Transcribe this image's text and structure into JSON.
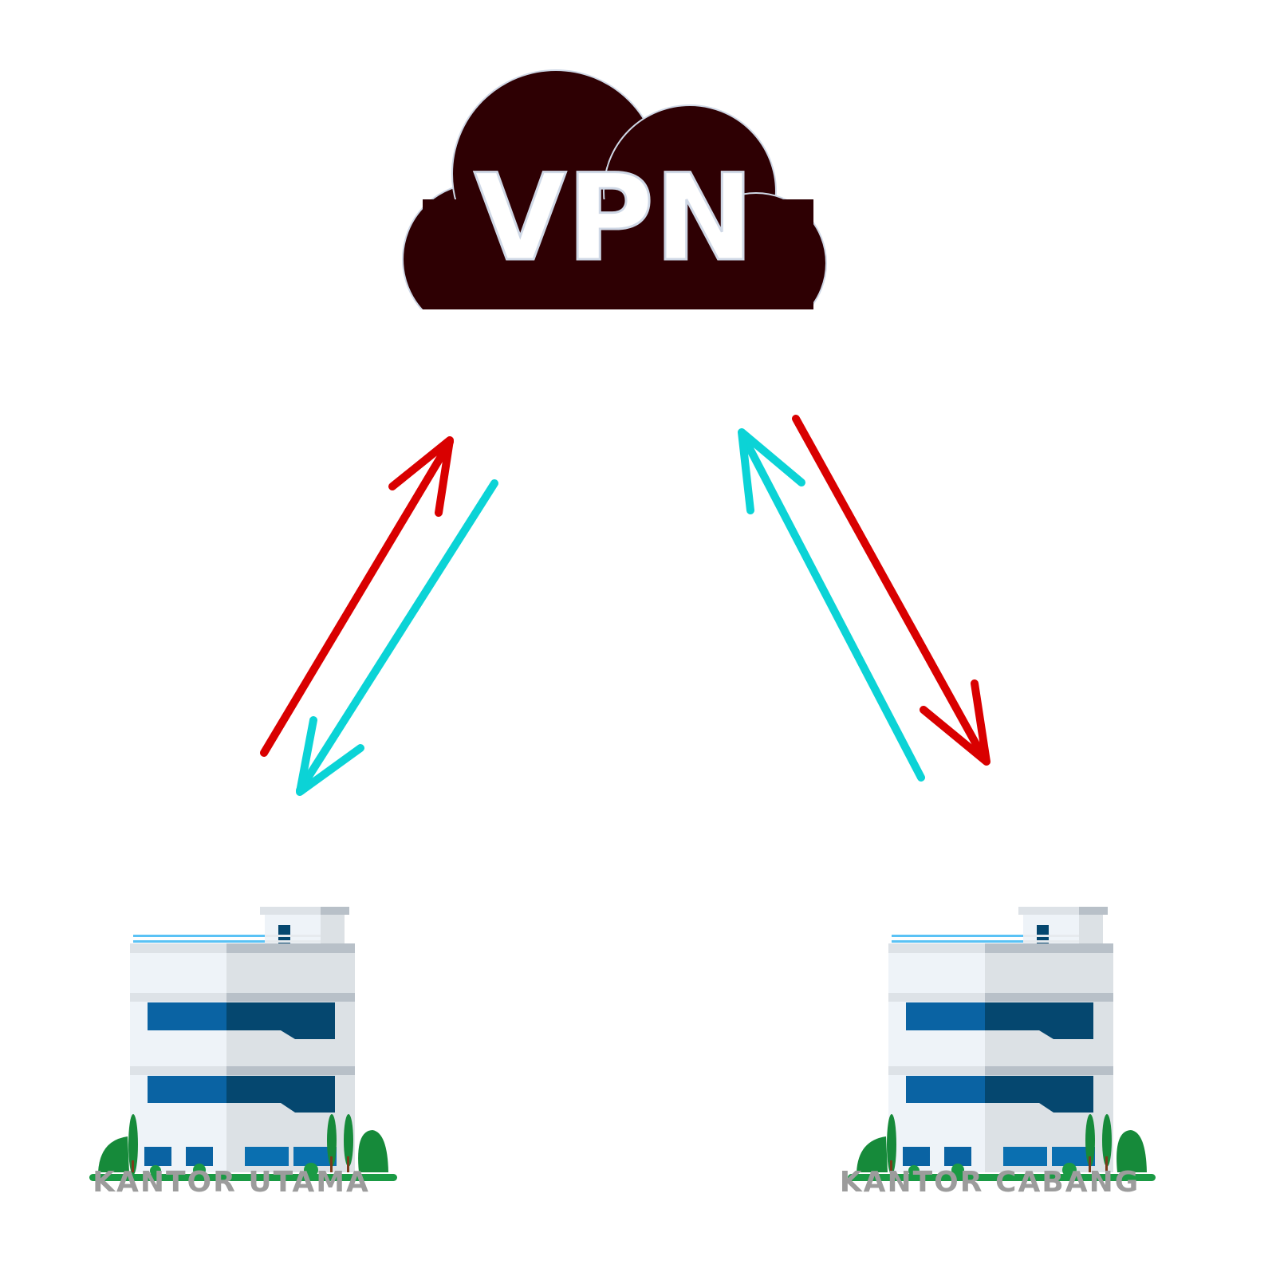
{
  "cloud": {
    "label": "VPN",
    "color": "#2e0003"
  },
  "sites": [
    {
      "label": "KANTOR UTAMA"
    },
    {
      "label": "KANTOR CABANG"
    }
  ],
  "colors": {
    "upstream_arrow": "#d90000",
    "downstream_arrow": "#0bd3d6",
    "label_text": "#9c9c9c"
  }
}
